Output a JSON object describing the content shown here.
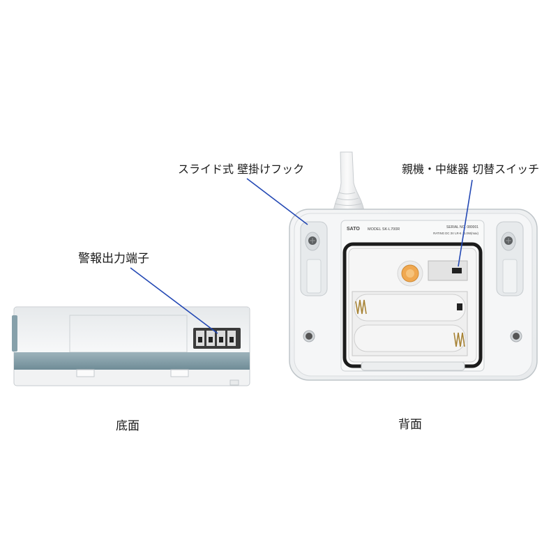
{
  "labels": {
    "wall_hook": "スライド式 壁掛けフック",
    "switch": "親機・中継器 切替スイッチ",
    "alarm_terminal": "警報出力端子",
    "bottom_view": "底面",
    "back_view": "背面"
  },
  "device_label": {
    "brand": "SATO",
    "model": "MODEL SK-L700R",
    "serial": "SERIAL NO. 080001",
    "rating": "RATING DC 3V LR-6 : 1.0W(max)"
  },
  "colors": {
    "leader_line": "#2348b4",
    "band": "#86a0aa",
    "gasket": "#1c1c1c",
    "button": "#f0a850"
  }
}
